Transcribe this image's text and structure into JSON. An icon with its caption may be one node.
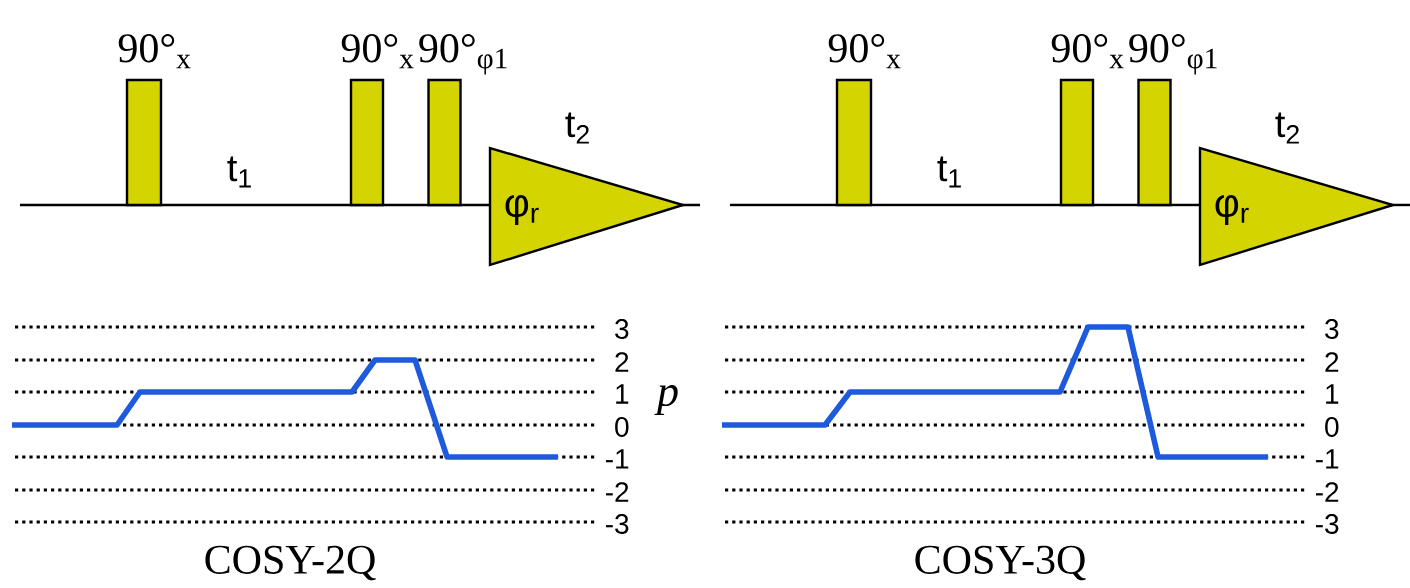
{
  "diagram": {
    "nodes": [
      {
        "text": [
          "90°$_{x}$"
        ]
      },
      {
        "text": [
          "90°$_{x}$"
        ]
      },
      {
        "text": [
          "90°$_{φ1}$"
        ]
      },
      {
        "text": [
          "φ$_{r}$"
        ],
        "beside": [
          "t$_{2}$"
        ]
      },
      {
        "text": [
          "90°$_{x}$"
        ]
      },
      {
        "text": [
          "90°$_{x}$"
        ]
      },
      {
        "text": [
          "90°$_{φ1}$"
        ]
      },
      {
        "text": [
          "φ$_{r}$"
        ],
        "beside": [
          "t$_{2}$"
        ]
      }
    ],
    "labels": [
      "t$_{1}$",
      "3",
      "2",
      "1",
      "0",
      "-1",
      "-2",
      "-3",
      "p",
      "COSY-2Q",
      "t$_{1}$",
      "3",
      "2",
      "1",
      "0",
      "-1",
      "-2",
      "-3",
      "COSY-3Q"
    ]
  }
}
